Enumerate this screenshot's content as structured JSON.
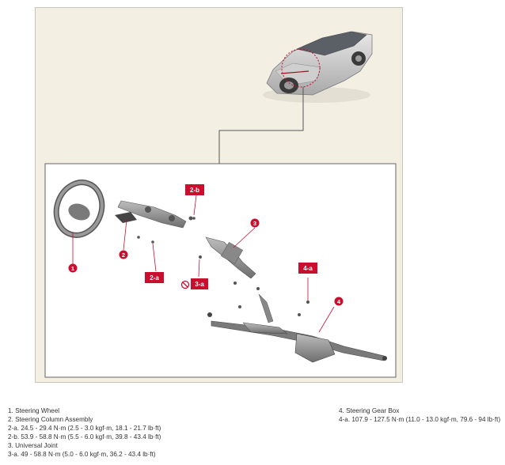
{
  "callouts": {
    "c1": "1",
    "c2": "2",
    "c3": "3",
    "c4": "4",
    "c2a": "2-a",
    "c2b": "2-b",
    "c3a": "3-a",
    "c4a": "4-a"
  },
  "legend_left": [
    "1. Steering Wheel",
    "2. Steering Column Assembly",
    "2-a. 24.5 - 29.4 N·m (2.5 - 3.0 kgf·m, 18.1 - 21.7 lb·ft)",
    "2-b. 53.9 - 58.8 N·m (5.5 - 6.0 kgf·m, 39.8 - 43.4 lb·ft)",
    "3. Universal Joint",
    "3-a. 49 - 58.8 N·m (5.0 - 6.0 kgf·m, 36.2 - 43.4 lb·ft)"
  ],
  "legend_right": [
    "4. Steering Gear Box",
    "4-a. 107.9 - 127.5 N·m (11.0 - 13.0 kgf·m, 79.6 - 94 lb·ft)"
  ],
  "colors": {
    "callout_red": "#c8102e",
    "figure_bg": "#f3efe2",
    "part_gray": "#8a8a8a"
  }
}
